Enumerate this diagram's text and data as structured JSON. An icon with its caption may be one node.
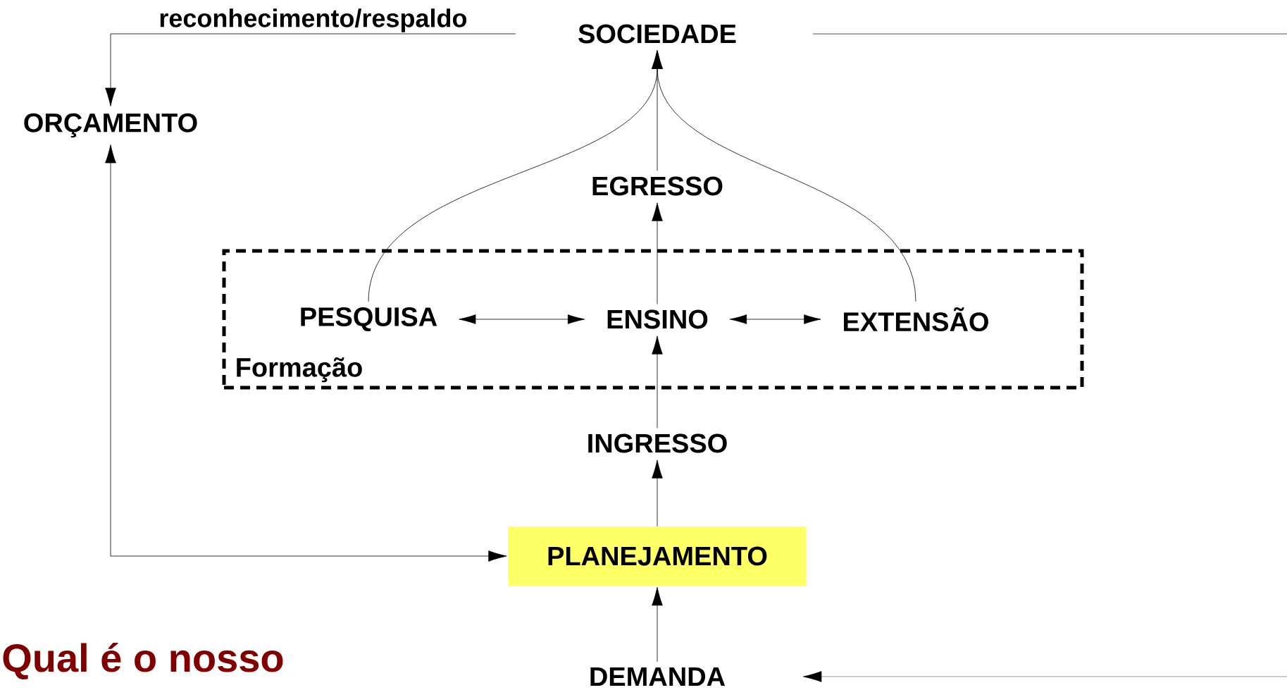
{
  "diagram": {
    "nodes": [
      {
        "text": [
          "SOCIEDADE"
        ]
      },
      {
        "text": [
          "ORÇAMENTO"
        ]
      },
      {
        "text": [
          "EGRESSO"
        ]
      },
      {
        "text": [
          "Formação"
        ]
      },
      {
        "text": [
          "PESQUISA"
        ],
        "in": 3
      },
      {
        "text": [
          "ENSINO"
        ],
        "in": 3
      },
      {
        "text": [
          "EXTENSÃO"
        ],
        "in": 3
      },
      {
        "text": [
          "INGRESSO"
        ]
      },
      {
        "text": [
          "PLANEJAMENTO"
        ]
      },
      {
        "text": [
          "DEMANDA"
        ]
      }
    ],
    "edges": [
      {
        "from": 0,
        "to": 1,
        "arrow": "to",
        "label": "reconhecimento/respaldo"
      },
      {
        "from": 1,
        "to": 8,
        "arrow": "both"
      },
      {
        "from": 4,
        "to": 0,
        "arrow": "to"
      },
      {
        "from": 2,
        "to": 0,
        "arrow": "to"
      },
      {
        "from": 6,
        "to": 0,
        "arrow": "to"
      },
      {
        "from": 5,
        "to": 2,
        "arrow": "to"
      },
      {
        "from": 4,
        "to": 5,
        "arrow": "both"
      },
      {
        "from": 5,
        "to": 6,
        "arrow": "both"
      },
      {
        "from": 7,
        "to": 5,
        "arrow": "to"
      },
      {
        "from": 8,
        "to": 7,
        "arrow": "to"
      },
      {
        "from": 9,
        "to": 8,
        "arrow": "to"
      },
      {
        "from": 0,
        "to": null,
        "arrow": "none"
      },
      {
        "from": null,
        "to": 9,
        "arrow": "to"
      }
    ],
    "labels": [
      "Qual é o nosso"
    ]
  }
}
